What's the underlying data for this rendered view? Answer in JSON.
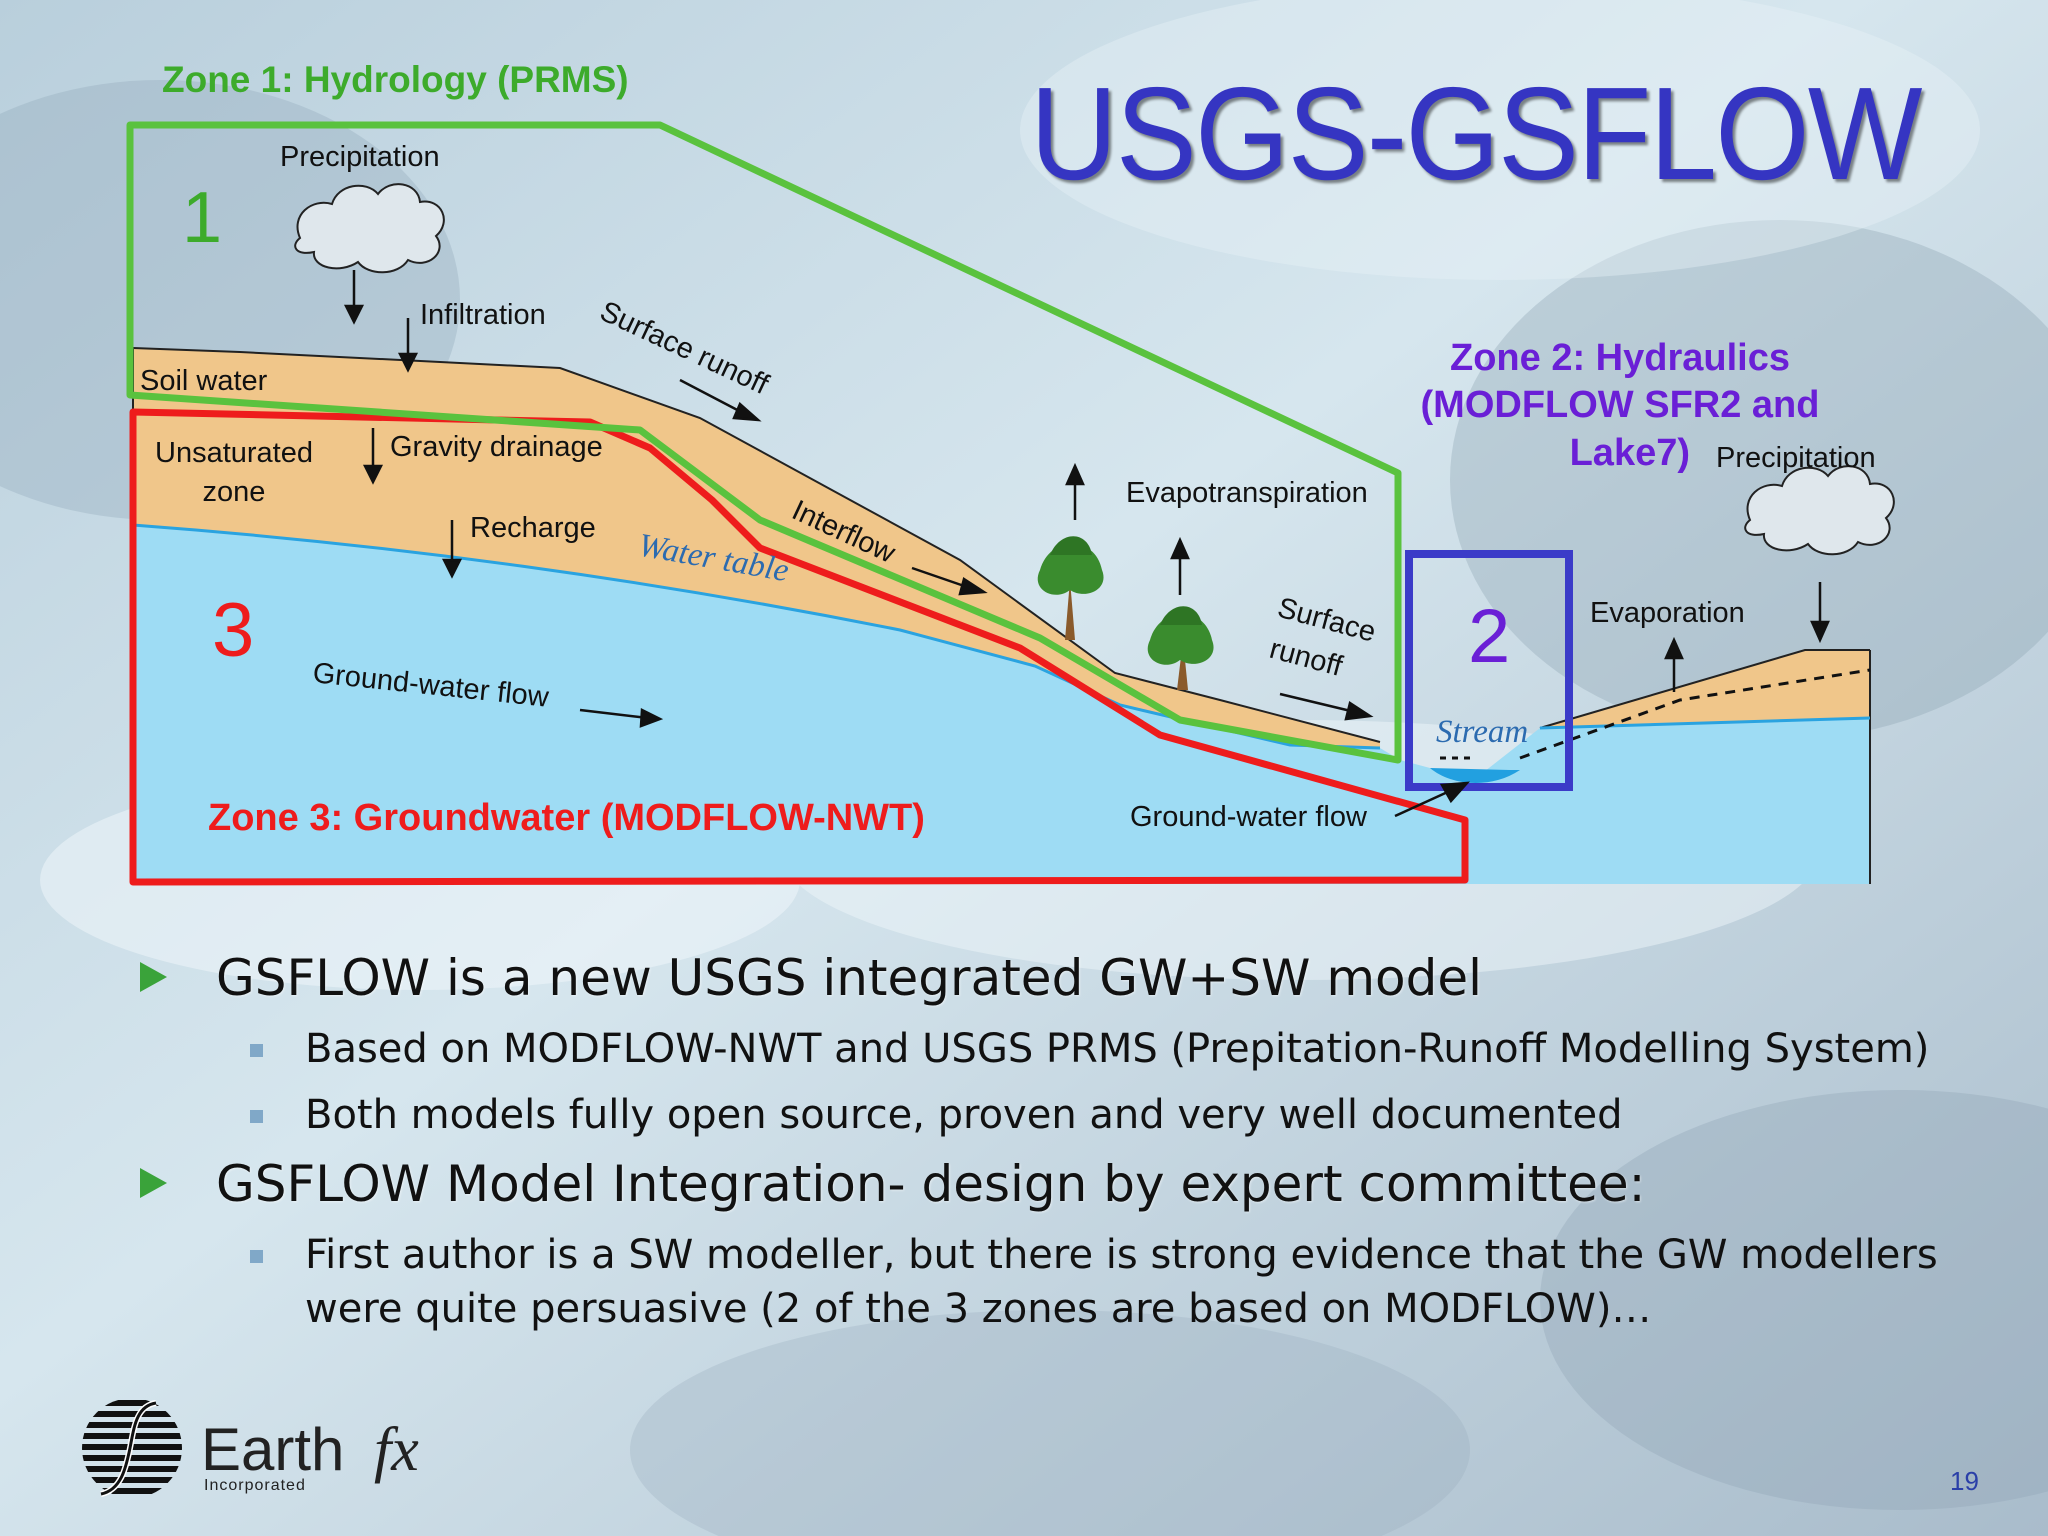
{
  "slide": {
    "title": "USGS-GSFLOW",
    "page_number": "19",
    "logo_text": "Earth",
    "logo_fx": "fx",
    "logo_sub": "Incorporated"
  },
  "diagram": {
    "zone1_label": "Zone 1: Hydrology (PRMS)",
    "zone2_line1": "Zone 2: Hydraulics",
    "zone2_line2": "(MODFLOW SFR2 and",
    "zone2_line3": "Lake7)",
    "zone3_label": "Zone 3: Groundwater (MODFLOW-NWT)",
    "zone1_number": "1",
    "zone2_number": "2",
    "zone3_number": "3",
    "precipitation_left": "Precipitation",
    "precipitation_right": "Precipitation",
    "infiltration": "Infiltration",
    "surface_runoff_upper": "Surface runoff",
    "soil_water": "Soil water",
    "unsaturated_line1": "Unsaturated",
    "unsaturated_line2": "zone",
    "gravity_drainage": "Gravity drainage",
    "recharge": "Recharge",
    "water_table": "Water table",
    "interflow": "Interflow",
    "evapotranspiration": "Evapotranspiration",
    "surface_runoff_lower_1": "Surface",
    "surface_runoff_lower_2": "runoff",
    "evaporation": "Evaporation",
    "stream": "Stream",
    "groundwater_flow_left": "Ground-water flow",
    "groundwater_flow_right": "Ground-water flow",
    "colors": {
      "zone1": "#5ac23e",
      "zone2": "#3b3bc8",
      "zone3": "#ee1c1c",
      "soil": "#f0c68a",
      "groundwater": "#9edcf4",
      "zone2_text": "#6a1fd6"
    }
  },
  "bullets": [
    {
      "text": "GSFLOW is a new USGS integrated GW+SW model",
      "sub": [
        "Based on MODFLOW-NWT and USGS PRMS (Prepitation-Runoff Modelling System)",
        "Both models fully open source, proven and very well documented"
      ]
    },
    {
      "text": "GSFLOW Model Integration- design by expert committee:",
      "sub": [
        "First author is a SW modeller, but there is strong evidence that the GW modellers were quite persuasive (2 of the 3 zones are based on MODFLOW)…"
      ]
    }
  ]
}
